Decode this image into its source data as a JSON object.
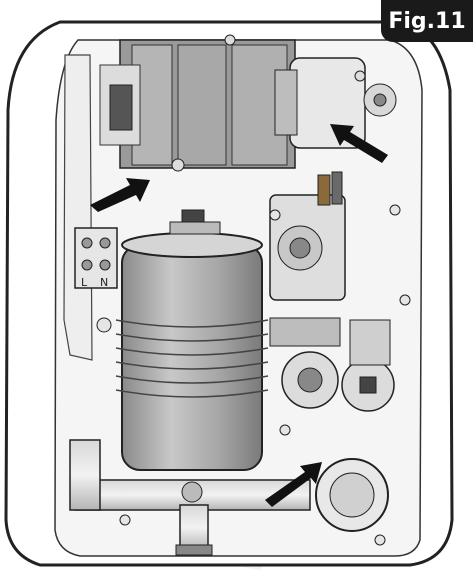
{
  "figure_label": "Fig.11",
  "terminal_labels": [
    "L",
    "N"
  ]
}
